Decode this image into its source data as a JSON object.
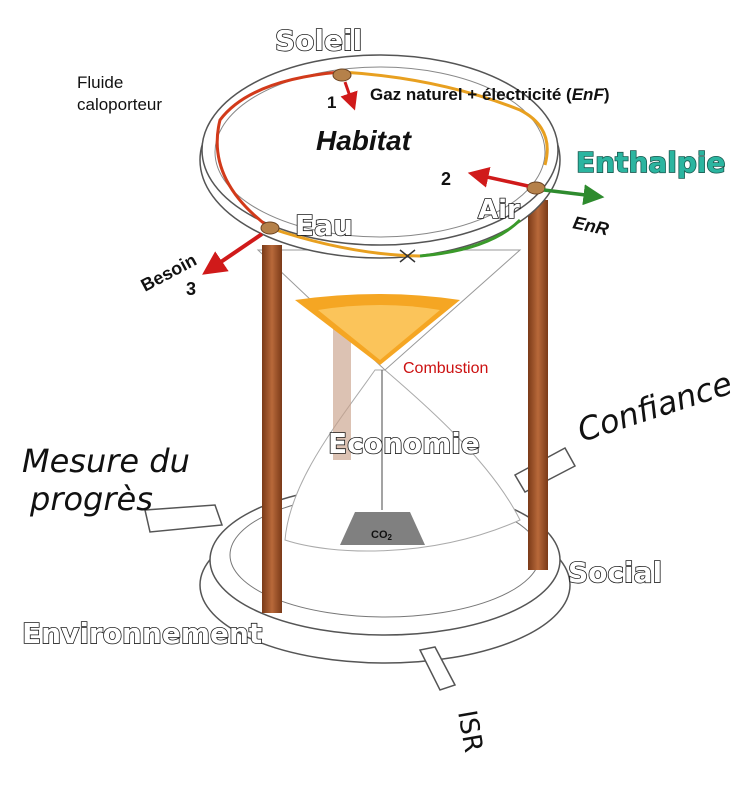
{
  "labels": {
    "soleil": "Soleil",
    "fluide_line1": "Fluide",
    "fluide_line2": "caloporteur",
    "gaz_text": "Gaz naturel + électricité (",
    "gaz_enf": "EnF",
    "gaz_close": ")",
    "habitat": "Habitat",
    "enthalpie": "Enthalpie",
    "air": "Air",
    "enr": "EnR",
    "eau": "Eau",
    "besoin": "Besoin",
    "combustion": "Combustion",
    "economie": "Economie",
    "co2": "CO",
    "co2_sub": "2",
    "confiance": "Confiance",
    "mesure_line1": "Mesure du",
    "mesure_line2": "progrès",
    "social": "Social",
    "environnement": "Environnement",
    "isr": "ISR",
    "num1": "1",
    "num2": "2",
    "num3": "3"
  },
  "colors": {
    "arrow_red": "#d01a1a",
    "arrow_green": "#2e8b2e",
    "enthalpie": "#2bb5a0",
    "loop_orange": "#e8a020",
    "loop_red": "#d23a1a",
    "loop_green": "#3a9a2a",
    "pillar": "#a5592f",
    "sand": "#f5a623",
    "combustion": "#cc1111",
    "co2_weight": "#808080",
    "node": "#b5814a"
  }
}
